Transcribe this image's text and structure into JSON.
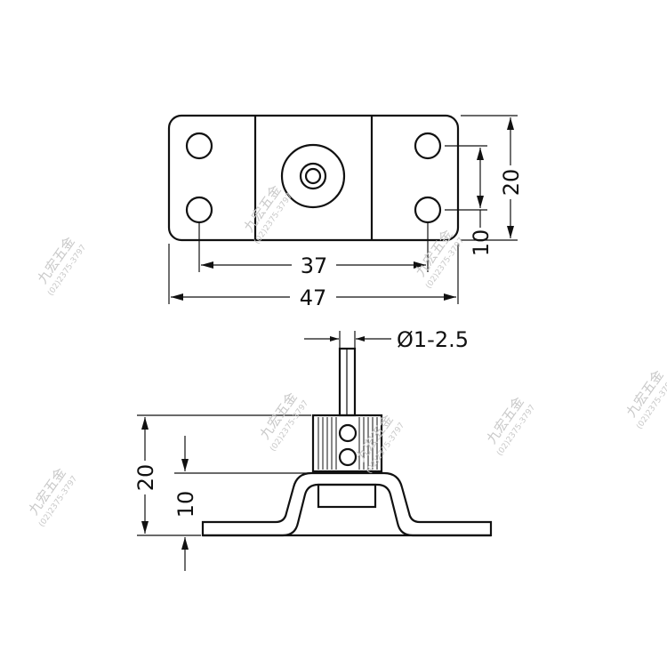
{
  "dimensions": {
    "top_width_inner": "37",
    "top_width_outer": "47",
    "top_height_outer": "20",
    "top_height_inner": "10",
    "wire_diameter": "Ø1-2.5",
    "side_height_outer": "20",
    "side_height_inner": "10"
  },
  "watermark": {
    "name": "九宏五金",
    "phone": "(02)2375-3797"
  },
  "colors": {
    "line": "#111111",
    "watermark": "#c9c9c9"
  }
}
